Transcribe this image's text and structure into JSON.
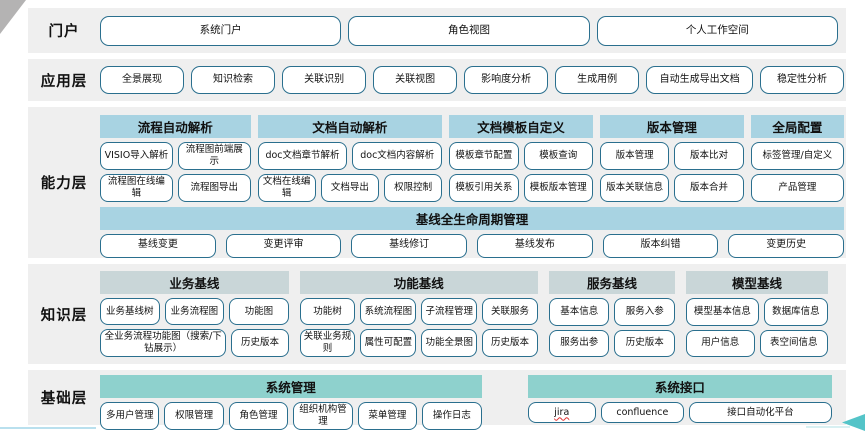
{
  "colors": {
    "layer_band_bg": "#efefef",
    "node_border": "#2a6f8e",
    "capability_header_bg": "#a8d3e2",
    "knowledge_header_bg": "#c9d6d8",
    "foundation_header_bg": "#8ed1cd",
    "accent_arrow": "#54c4c8",
    "jira_spellcheck_underline": "#e03131"
  },
  "layers": {
    "portal": {
      "label": "门户",
      "buttons": [
        "系统门户",
        "角色视图",
        "个人工作空间"
      ]
    },
    "application": {
      "label": "应用层",
      "buttons": [
        "全景展现",
        "知识检索",
        "关联识别",
        "关联视图",
        "影响度分析",
        "生成用例",
        "自动生成导出文档",
        "稳定性分析"
      ]
    },
    "capability": {
      "label": "能力层",
      "groups": [
        {
          "title": "流程自动解析",
          "row1": [
            "VISIO导入解析",
            "流程图前端展示"
          ],
          "row2": [
            "流程图在线编辑",
            "流程图导出"
          ]
        },
        {
          "title": "文档自动解析",
          "row1": [
            "doc文档章节解析",
            "doc文档内容解析"
          ],
          "row2": [
            "文档在线编辑",
            "文档导出",
            "权限控制"
          ]
        },
        {
          "title": "文档模板自定义",
          "row1": [
            "模板章节配置",
            "模板查询"
          ],
          "row2": [
            "模板引用关系",
            "模板版本管理"
          ]
        },
        {
          "title": "版本管理",
          "row1": [
            "版本管理",
            "版本比对"
          ],
          "row2": [
            "版本关联信息",
            "版本合并"
          ]
        },
        {
          "title": "全局配置",
          "row1": [
            "标签管理/自定义"
          ],
          "row2": [
            "产品管理"
          ]
        }
      ],
      "baseline": {
        "title": "基线全生命周期管理",
        "buttons": [
          "基线变更",
          "变更评审",
          "基线修订",
          "基线发布",
          "版本纠错",
          "变更历史"
        ]
      }
    },
    "knowledge": {
      "label": "知识层",
      "groups": [
        {
          "title": "业务基线",
          "row1": [
            "业务基线树",
            "业务流程图",
            "功能图"
          ],
          "row2": [
            "全业务流程功能图（搜索/下钻展示）",
            "历史版本"
          ]
        },
        {
          "title": "功能基线",
          "row1": [
            "功能树",
            "系统流程图",
            "子流程管理",
            "关联服务"
          ],
          "row2": [
            "关联业务规则",
            "属性可配置",
            "功能全景图",
            "历史版本"
          ]
        },
        {
          "title": "服务基线",
          "row1": [
            "基本信息",
            "服务入参"
          ],
          "row2": [
            "服务出参",
            "历史版本"
          ]
        },
        {
          "title": "模型基线",
          "row1": [
            "模型基本信息",
            "数据库信息"
          ],
          "row2": [
            "用户信息",
            "表空间信息"
          ]
        }
      ]
    },
    "foundation": {
      "label": "基础层",
      "groups": [
        {
          "title": "系统管理",
          "buttons": [
            "多用户管理",
            "权限管理",
            "角色管理",
            "组织机构管理",
            "菜单管理",
            "操作日志"
          ]
        },
        {
          "title": "系统接口",
          "buttons": [
            "jira",
            "confluence",
            "接口自动化平台"
          ]
        }
      ]
    }
  }
}
